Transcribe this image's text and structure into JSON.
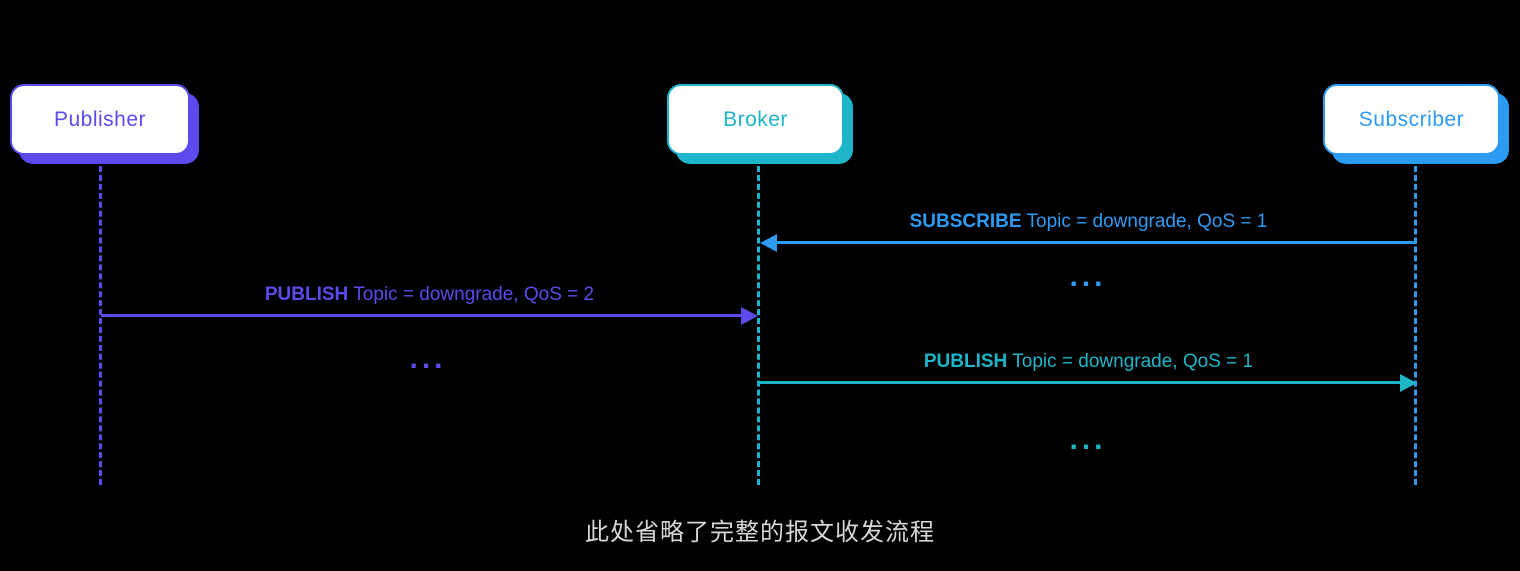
{
  "diagram": {
    "type": "sequence-diagram",
    "background_color": "#000000",
    "caption": "此处省略了完整的报文收发流程",
    "caption_color": "#d6d6d6",
    "actors": [
      {
        "id": "publisher",
        "label": "Publisher",
        "color": "#5b4bec"
      },
      {
        "id": "broker",
        "label": "Broker",
        "color": "#1fb5c9"
      },
      {
        "id": "subscriber",
        "label": "Subscriber",
        "color": "#2e9bf2"
      }
    ],
    "messages": [
      {
        "keyword": "SUBSCRIBE",
        "text": "Topic = downgrade, QoS = 1",
        "from": "subscriber",
        "to": "broker",
        "direction": "right-to-left",
        "color": "#2e9bf2"
      },
      {
        "keyword": "PUBLISH",
        "text": "Topic = downgrade, QoS = 2",
        "from": "publisher",
        "to": "broker",
        "direction": "left-to-right",
        "color": "#5b4bec"
      },
      {
        "keyword": "PUBLISH",
        "text": "Topic = downgrade, QoS = 1",
        "from": "broker",
        "to": "subscriber",
        "direction": "left-to-right",
        "color": "#1fb5c9"
      }
    ],
    "ellipses": [
      {
        "text": "...",
        "between": "broker-subscriber",
        "color": "#2e9bf2"
      },
      {
        "text": "...",
        "between": "publisher-broker",
        "color": "#5b4bec"
      },
      {
        "text": "...",
        "between": "broker-subscriber",
        "color": "#1fb5c9"
      }
    ]
  }
}
